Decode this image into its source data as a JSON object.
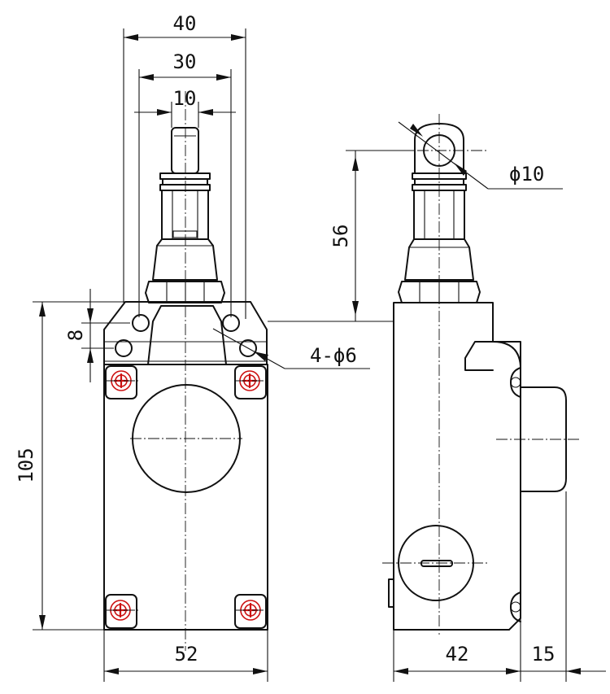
{
  "dimensions": {
    "width_40": "40",
    "width_30": "30",
    "width_10": "10",
    "pitch_8": "8",
    "height_105": "105",
    "width_52": "52",
    "height_56": "56",
    "hole_phi10": "ϕ10",
    "holes_4phi6": "4-ϕ6",
    "depth_42": "42",
    "offset_15": "15"
  },
  "colors": {
    "line": "#111111",
    "screw": "#cc1111"
  }
}
